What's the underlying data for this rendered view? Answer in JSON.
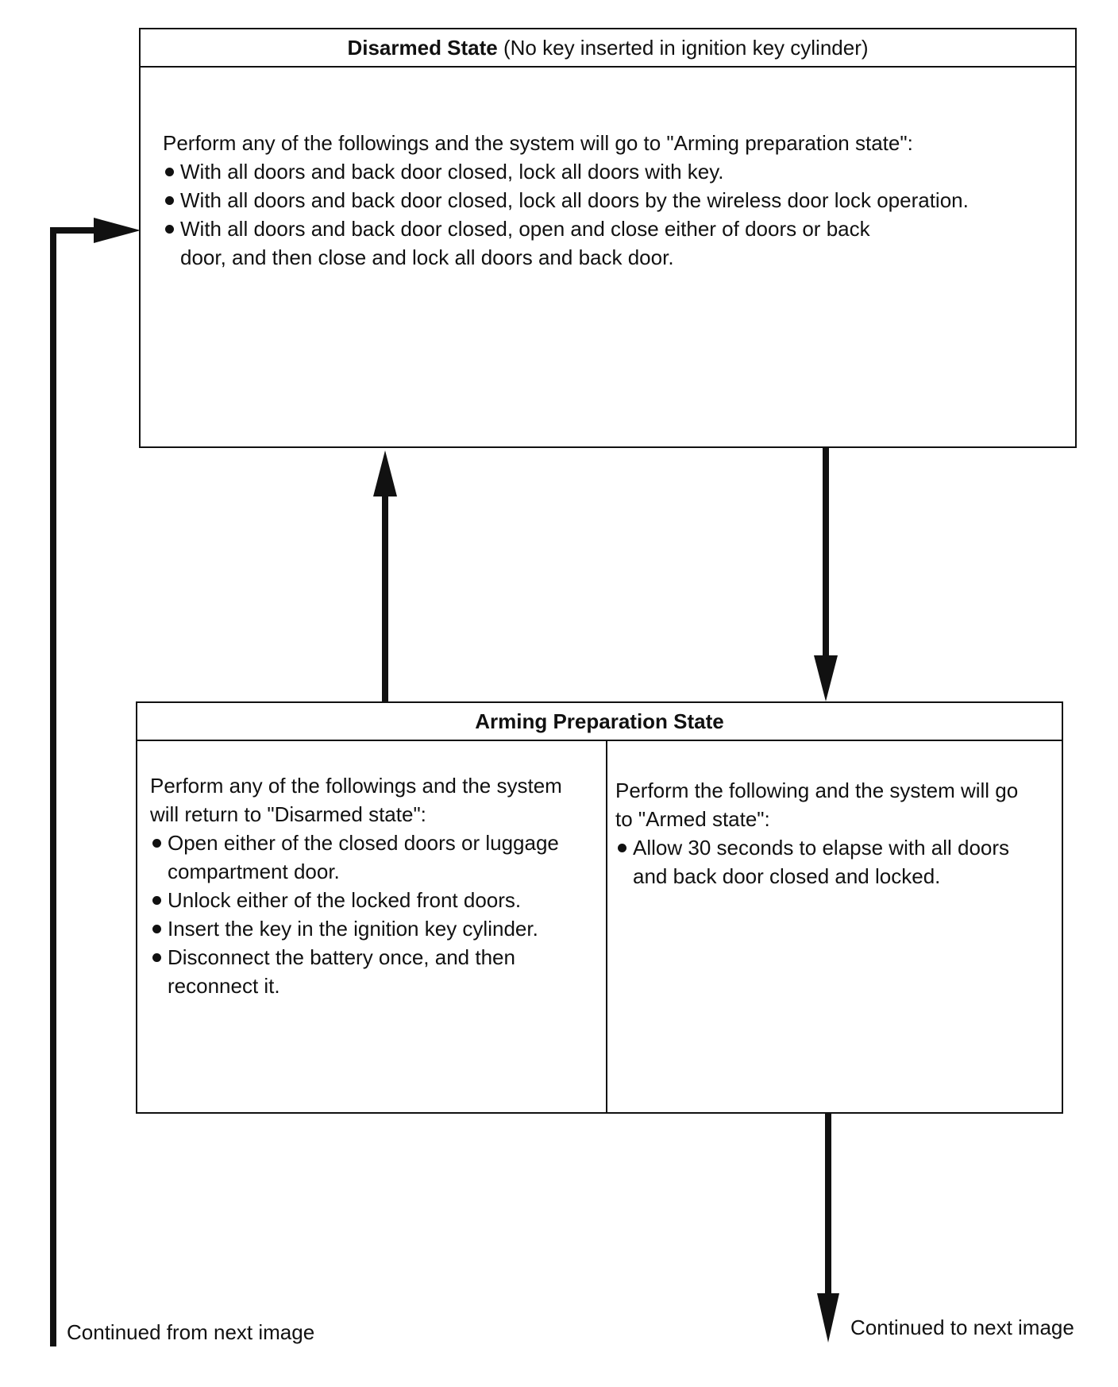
{
  "disarmed_state": {
    "title_bold": "Disarmed State",
    "title_rest": " (No key inserted in ignition key cylinder)",
    "intro": "Perform any of the followings and the system will go to \"Arming preparation state\":",
    "bullets": [
      "With all doors and back door closed, lock all doors with key.",
      "With all doors and back door closed, lock all doors by the wireless door lock operation.",
      "With all doors and back door closed, open and close either of doors or back door, and then close and lock all doors and back door."
    ]
  },
  "arming_preparation_state": {
    "title": "Arming Preparation State",
    "left": {
      "intro": "Perform any of the followings and the system will return to \"Disarmed state\":",
      "bullets": [
        "Open either of the closed doors or luggage compartment door.",
        "Unlock either of the locked front doors.",
        "Insert the key in the ignition key cylinder.",
        "Disconnect the battery once, and then reconnect it."
      ]
    },
    "right": {
      "intro": "Perform the following and the system will go to \"Armed state\":",
      "bullets": [
        "Allow 30 seconds to elapse with all doors and back door closed and locked."
      ]
    }
  },
  "footer": {
    "continued_from": "Continued from next image",
    "continued_to": "Continued to next image"
  },
  "colors": {
    "line": "#111111",
    "background": "#ffffff"
  }
}
